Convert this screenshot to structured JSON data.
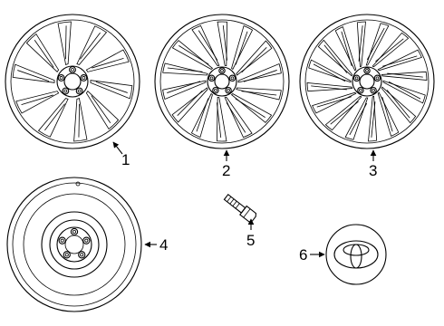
{
  "parts": [
    {
      "id": "wheel-1",
      "callout": "1"
    },
    {
      "id": "wheel-2",
      "callout": "2"
    },
    {
      "id": "wheel-3",
      "callout": "3"
    },
    {
      "id": "spare-wheel",
      "callout": "4"
    },
    {
      "id": "lug-nut",
      "callout": "5"
    },
    {
      "id": "center-cap",
      "callout": "6"
    }
  ],
  "icons": {
    "emblem": "toyota-emblem-icon"
  }
}
